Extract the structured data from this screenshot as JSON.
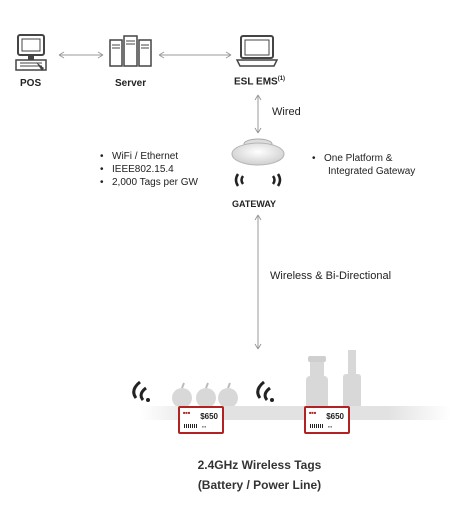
{
  "nodes": {
    "pos": "POS",
    "server": "Server",
    "ems": "ESL EMS",
    "ems_sup": "(1)",
    "gateway": "GATEWAY"
  },
  "links": {
    "wired": "Wired",
    "wireless": "Wireless & Bi-Directional"
  },
  "gateway_features": [
    "WiFi / Ethernet",
    "IEEE802.15.4",
    "2,000 Tags per GW"
  ],
  "platform_note": [
    "One Platform &",
    "Integrated Gateway"
  ],
  "tags": {
    "price": "$650",
    "title": "2.4GHz Wireless Tags",
    "subtitle": "(Battery / Power Line)"
  },
  "colors": {
    "arrow": "#9a9a9a",
    "tag_border": "#b22222",
    "icon": "#555555"
  }
}
